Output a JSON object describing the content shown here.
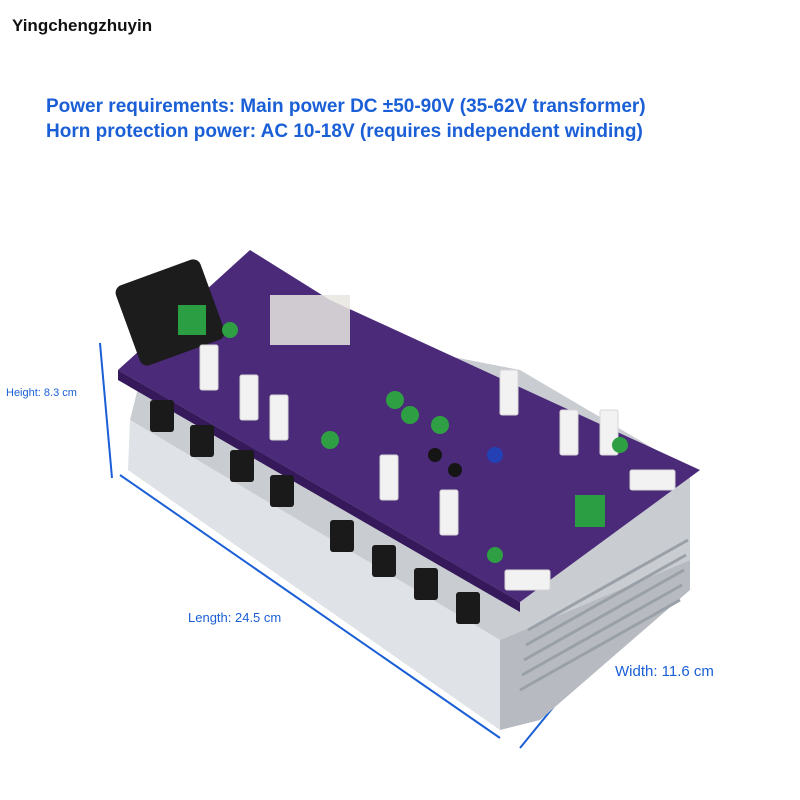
{
  "brand": "Yingchengzhuyin",
  "specs": {
    "line1": "Power requirements: Main power DC ±50-90V (35-62V transformer)",
    "line2": "Horn protection power: AC 10-18V (requires independent winding)"
  },
  "dimensions": {
    "height": "Height: 8.3 cm",
    "length": "Length: 24.5 cm",
    "width": "Width: 11.6 cm"
  },
  "colors": {
    "accent": "#1a5fd6",
    "pcb": "#4b2a7a",
    "heatsink": "#c9ccd1"
  }
}
